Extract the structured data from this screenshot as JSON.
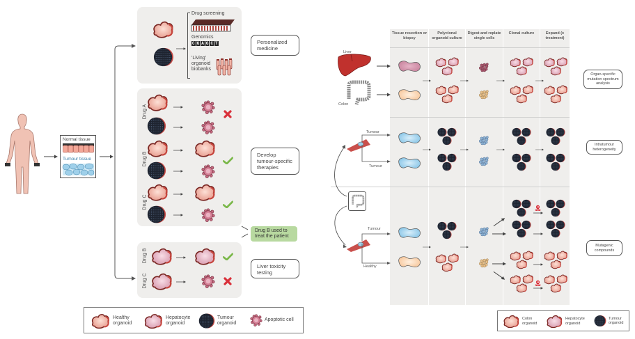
{
  "left_figure": {
    "tissue_box": {
      "normal_label": "Normal tissue",
      "tumour_label": "Tumour tissue"
    },
    "personalized_panel": {
      "items": [
        "Drug screening",
        "Genomics",
        "'Living' organoid biobanks"
      ],
      "sequence": [
        "C",
        "G",
        "A",
        "G",
        "C",
        "T"
      ],
      "callout": "Personalized medicine"
    },
    "therapy_panel": {
      "drugs": [
        {
          "label": "Drug A",
          "healthy_result": "apoptotic",
          "tumour_result": "apoptotic",
          "verdict": "cross"
        },
        {
          "label": "Drug B",
          "healthy_result": "healthy",
          "tumour_result": "apoptotic",
          "verdict": "check"
        },
        {
          "label": "Drug C",
          "healthy_result": "healthy",
          "tumour_result": "apoptotic",
          "verdict": "check"
        }
      ],
      "callout": "Develop tumour-specific therapies"
    },
    "outcome": "Drug B used to treat the patient",
    "liver_panel": {
      "drugs": [
        {
          "label": "Drug B",
          "result": "healthy",
          "verdict": "check"
        },
        {
          "label": "Drug C",
          "result": "apoptotic",
          "verdict": "cross"
        }
      ],
      "callout": "Liver toxicity testing"
    },
    "legend": [
      {
        "icon": "healthy-organoid",
        "label": "Healthy organoid"
      },
      {
        "icon": "hepatocyte-organoid",
        "label": "Hepatocyte organoid"
      },
      {
        "icon": "tumour-organoid",
        "label": "Tumour organoid"
      },
      {
        "icon": "apoptotic-cell",
        "label": "Apoptotic cell"
      }
    ]
  },
  "right_figure": {
    "columns": [
      "Tissue resection or biopsy",
      "Polyclonal organoid culture",
      "Digest and replate single cells",
      "Clonal culture",
      "Expand (± treatment)"
    ],
    "organ_labels": {
      "liver": "Liver",
      "colon": "Colon"
    },
    "tissue_labels": {
      "tumour": "Tumour",
      "healthy": "Healthy"
    },
    "rows": [
      {
        "callout": "Organ-specific mutation spectrum analysis"
      },
      {
        "callout": "Intratumour heterogeneity"
      },
      {
        "callout": "Mutagenic compounds"
      }
    ],
    "legend": [
      {
        "icon": "colon-organoid",
        "label": "Colon organoid"
      },
      {
        "icon": "hepatocyte-organoid",
        "label": "Hepatocyte organoid"
      },
      {
        "icon": "tumour-organoid",
        "label": "Tumour organoid"
      }
    ]
  },
  "colors": {
    "panel_bg": "#efeeec",
    "healthy_fill": "#f2b5a7",
    "hepatocyte_fill": "#e9b7c4",
    "tumour_fill": "#1e2430",
    "organoid_rim": "#8e2f2a",
    "check": "#7bb84a",
    "cross": "#d9303a",
    "outcome_bg": "#b8d9a0",
    "liver": "#c0312d",
    "tumour_biopsy": "#9fd0ea",
    "healthy_biopsy": "#fbd7b4"
  }
}
